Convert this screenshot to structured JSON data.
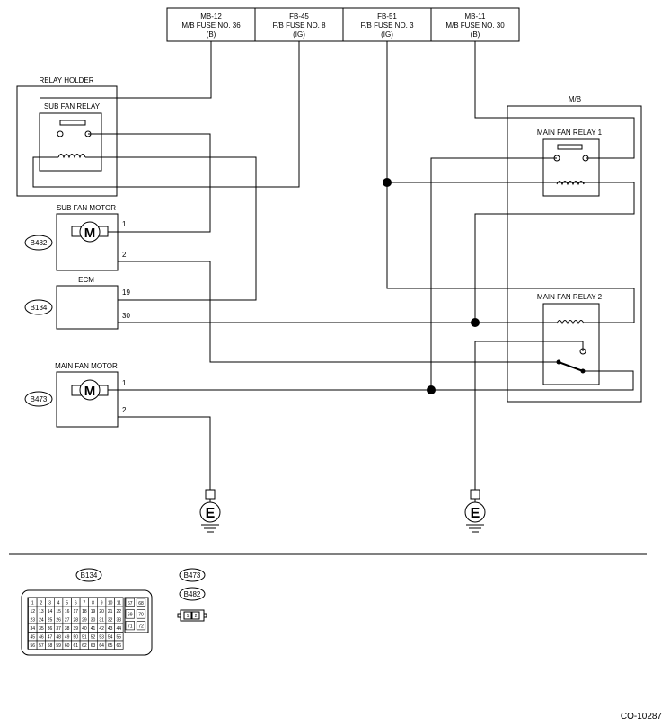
{
  "fuses": [
    {
      "name": "MB-12",
      "desc": "M/B FUSE NO. 36",
      "circuit": "(B)"
    },
    {
      "name": "FB-45",
      "desc": "F/B FUSE NO. 8",
      "circuit": "(IG)"
    },
    {
      "name": "FB-51",
      "desc": "F/B FUSE NO. 3",
      "circuit": "(IG)"
    },
    {
      "name": "MB-11",
      "desc": "M/B FUSE NO. 30",
      "circuit": "(B)"
    }
  ],
  "components": {
    "relay_holder": "RELAY HOLDER",
    "sub_fan_relay": "SUB FAN RELAY",
    "sub_fan_motor": "SUB FAN MOTOR",
    "ecm": "ECM",
    "main_fan_motor": "MAIN FAN MOTOR",
    "mb": "M/B",
    "main_fan_relay_1": "MAIN FAN RELAY 1",
    "main_fan_relay_2": "MAIN FAN RELAY 2",
    "motor_symbol": "M",
    "ground_symbol": "E"
  },
  "connectors": {
    "b482": "B482",
    "b134": "B134",
    "b473": "B473"
  },
  "pins": {
    "sub_motor_1": "1",
    "sub_motor_2": "2",
    "ecm_19": "19",
    "ecm_30": "30",
    "main_motor_1": "1",
    "main_motor_2": "2"
  },
  "legend": {
    "b134": "B134",
    "b473": "B473",
    "b482": "B482",
    "b134_main_rows": [
      [
        "1",
        "2",
        "3",
        "4",
        "5",
        "6",
        "7",
        "8",
        "9",
        "10",
        "11"
      ],
      [
        "12",
        "13",
        "14",
        "15",
        "16",
        "17",
        "18",
        "19",
        "20",
        "21",
        "22"
      ],
      [
        "23",
        "24",
        "25",
        "26",
        "27",
        "28",
        "29",
        "30",
        "31",
        "32",
        "33"
      ],
      [
        "34",
        "35",
        "36",
        "37",
        "38",
        "39",
        "40",
        "41",
        "42",
        "43",
        "44"
      ],
      [
        "45",
        "46",
        "47",
        "48",
        "49",
        "50",
        "51",
        "52",
        "53",
        "54",
        "55"
      ],
      [
        "56",
        "57",
        "58",
        "59",
        "60",
        "61",
        "62",
        "63",
        "64",
        "65",
        "66"
      ]
    ],
    "b134_side_rows": [
      [
        "67",
        "68"
      ],
      [
        "69",
        "70"
      ],
      [
        "71",
        "72"
      ]
    ],
    "two_pin": [
      "1",
      "2"
    ]
  },
  "figure_code": "CO-10287"
}
